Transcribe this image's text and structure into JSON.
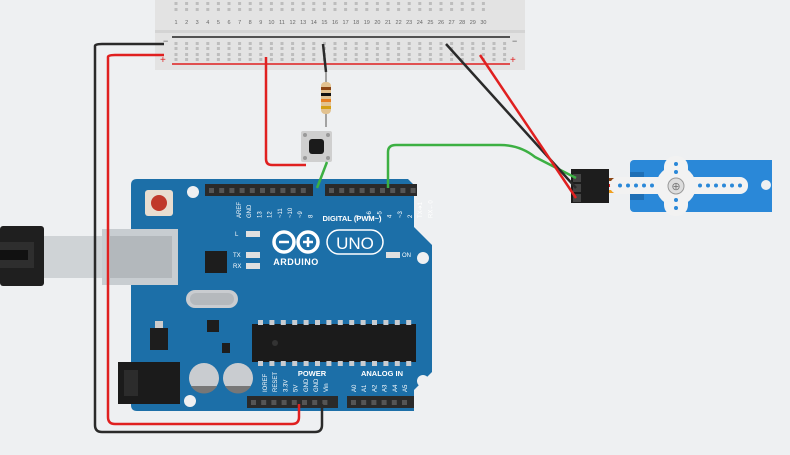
{
  "breadboard": {
    "column_numbers": [
      "1",
      "2",
      "3",
      "4",
      "5",
      "6",
      "7",
      "8",
      "9",
      "10",
      "11",
      "12",
      "13",
      "14",
      "15",
      "16",
      "17",
      "18",
      "19",
      "20",
      "21",
      "22",
      "23",
      "24",
      "25",
      "26",
      "27",
      "28",
      "29",
      "30"
    ],
    "rail_minus": "−",
    "rail_plus": "+"
  },
  "arduino": {
    "brand": "ARDUINO",
    "model": "UNO",
    "digital_header_label": "DIGITAL (PWM~)",
    "digital_pins": [
      "AREF",
      "GND",
      "13",
      "12",
      "~11",
      "~10",
      "~9",
      "8",
      "7",
      "~6",
      "~5",
      "4",
      "~3",
      "2",
      "TX➔1",
      "RX←0"
    ],
    "led_labels": [
      "L",
      "TX",
      "RX"
    ],
    "on_label": "ON",
    "power_header_label": "POWER",
    "power_pins": [
      "IOREF",
      "RESET",
      "3.3V",
      "5V",
      "GND",
      "GND",
      "Vin"
    ],
    "analog_header_label": "ANALOG IN",
    "analog_pins": [
      "A0",
      "A1",
      "A2",
      "A3",
      "A4",
      "A5"
    ]
  },
  "colors": {
    "board": "#1c6fa8",
    "board_dark": "#135985",
    "wire_red": "#e02020",
    "wire_black": "#2a2a2a",
    "wire_green": "#3cb043",
    "servo": "#2a88d8",
    "background": "#eef0f2"
  }
}
